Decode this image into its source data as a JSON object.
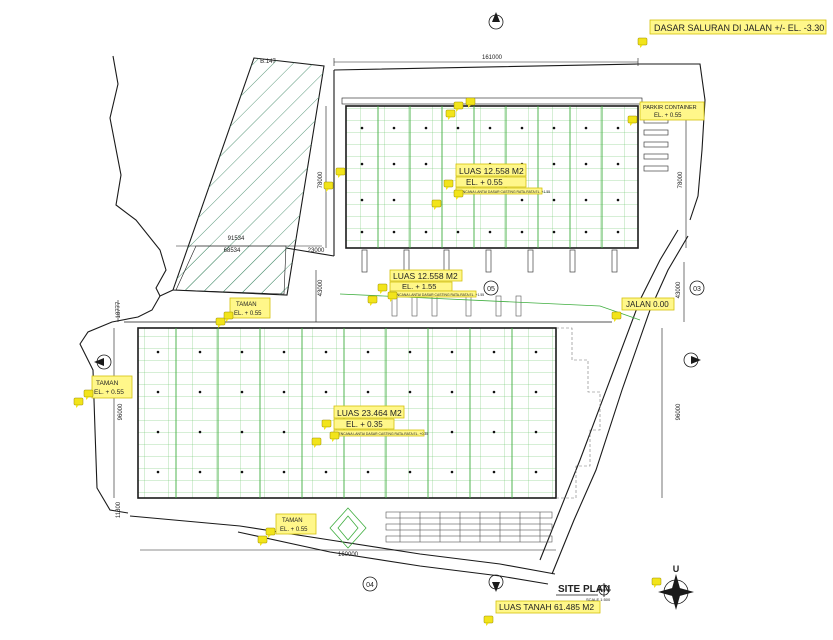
{
  "drawing": {
    "title": "SITE PLAN",
    "scale": "SCALE 1:500",
    "land_area": "LUAS TANAH 61.485 M2",
    "datum": "DASAR SALURAN DI JALAN +/- EL. -3.30",
    "north_mark": "U"
  },
  "dimensions": {
    "top_width": "161000",
    "bottom_width": "160000",
    "upper_height_left": "78000",
    "upper_height_right": "78000",
    "lower_height_left": "96000",
    "lower_height_right": "96000",
    "mid_left": "18777",
    "mid_right": "43000",
    "mid_gap": "43000",
    "bottom_left": "11300",
    "span_a": "91534",
    "span_b": "68534",
    "span_c": "23000",
    "corner": "B.147"
  },
  "section_marks": [
    "03",
    "04",
    "05"
  ],
  "callouts": {
    "upper_area": "LUAS 12.558 M2",
    "upper_el": "EL. + 0.55",
    "upper_note": "RENCANA LANTAI DASAR CASTING RATA-RATA EL. +1.55",
    "middle_area": "LUAS 12.558 M2",
    "middle_el": "EL. + 1.55",
    "middle_note": "RENCANA LANTAI DASAR CASTING RATA-RATA EL. +1.55",
    "lower_area": "LUAS 23.464 M2",
    "lower_el": "EL. + 0.35",
    "lower_note": "RENCANA LANTAI DASAR CASTING RATA-RATA EL. +0.35",
    "parking": "PARKIR CONTAINER",
    "parking_el": "EL. + 0.55",
    "jalan": "JALAN 0.00",
    "taman_left_label": "TAMAN",
    "taman_left_el": "EL. + 0.55",
    "taman_mid_label": "TAMAN",
    "taman_mid_el": "EL. + 0.55",
    "taman_bottom_label": "TAMAN",
    "taman_bottom_el": "EL. + 0.55"
  },
  "colors": {
    "grid_green": "#3fae3f",
    "highlight": "#fff78a",
    "line": "#1a1a1a"
  }
}
